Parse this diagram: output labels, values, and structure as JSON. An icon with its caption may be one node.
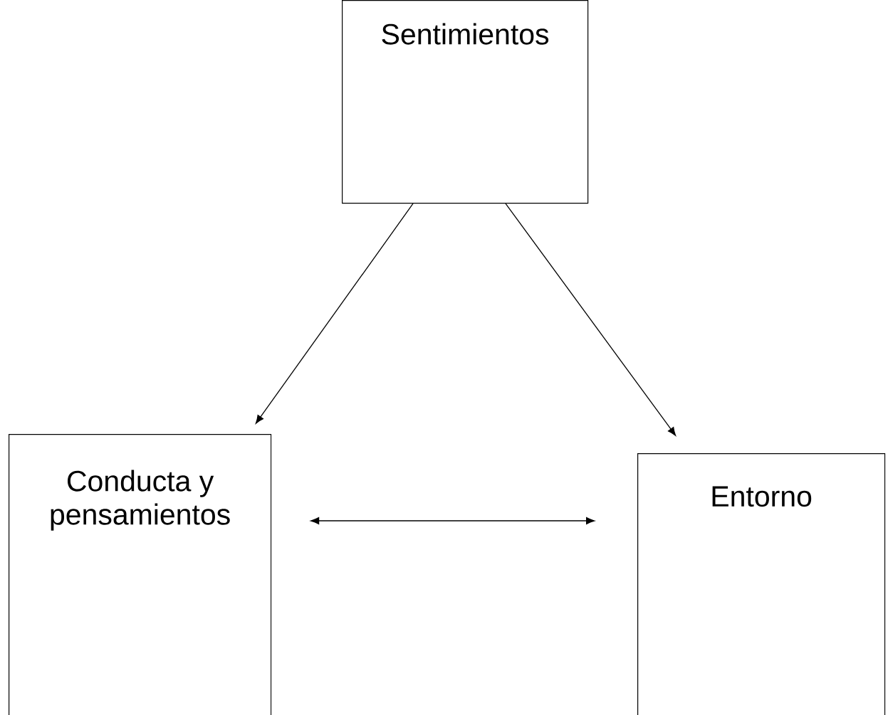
{
  "diagram": {
    "nodes": [
      {
        "text": [
          "Sentimientos"
        ]
      },
      {
        "text": [
          "Conducta y pensamientos"
        ]
      },
      {
        "text": [
          "Entorno"
        ]
      }
    ],
    "edges": [
      {
        "from": 0,
        "to": 1,
        "arrow": "to"
      },
      {
        "from": 0,
        "to": 2,
        "arrow": "to"
      },
      {
        "from": 1,
        "to": 2,
        "arrow": "both"
      }
    ]
  }
}
